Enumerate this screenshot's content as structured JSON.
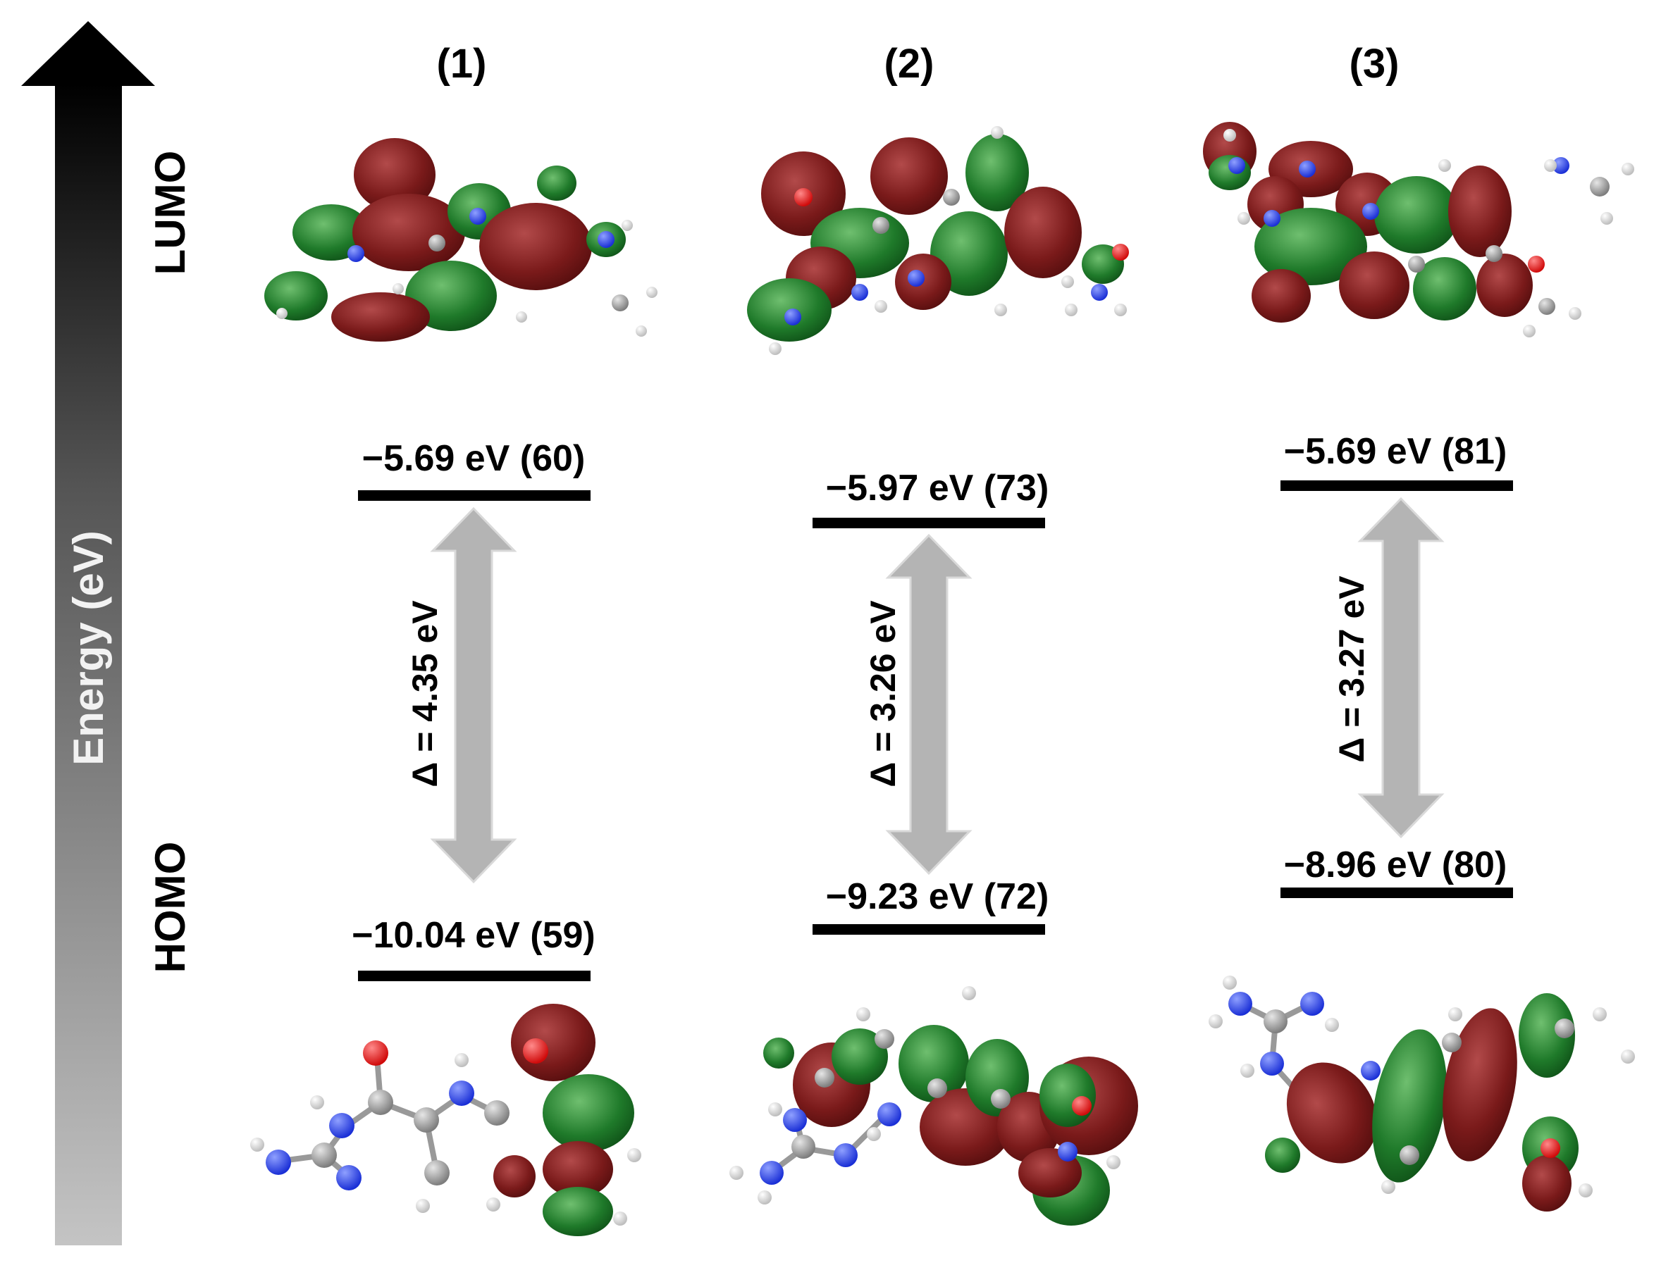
{
  "axis": {
    "title": "Energy (eV)",
    "lumo_label": "LUMO",
    "homo_label": "HOMO"
  },
  "columns": [
    {
      "title": "(1)",
      "lumo": "−5.69 eV (60)",
      "homo": "−10.04 eV (59)",
      "gap": "Δ = 4.35 eV"
    },
    {
      "title": "(2)",
      "lumo": "−5.97 eV (73)",
      "homo": "−9.23 eV (72)",
      "gap": "Δ = 3.26 eV"
    },
    {
      "title": "(3)",
      "lumo": "−5.69 eV (81)",
      "homo": "−8.96 eV (80)",
      "gap": "Δ = 3.27 eV"
    }
  ],
  "colors": {
    "orbital_positive": "#7a1a1a",
    "orbital_negative": "#1f7a2a",
    "gap_arrow": "#b4b4b4",
    "nitrogen": "#1a2fd6",
    "oxygen": "#e01010",
    "carbon": "#9a9a9a",
    "hydrogen": "#f4f4f4"
  }
}
